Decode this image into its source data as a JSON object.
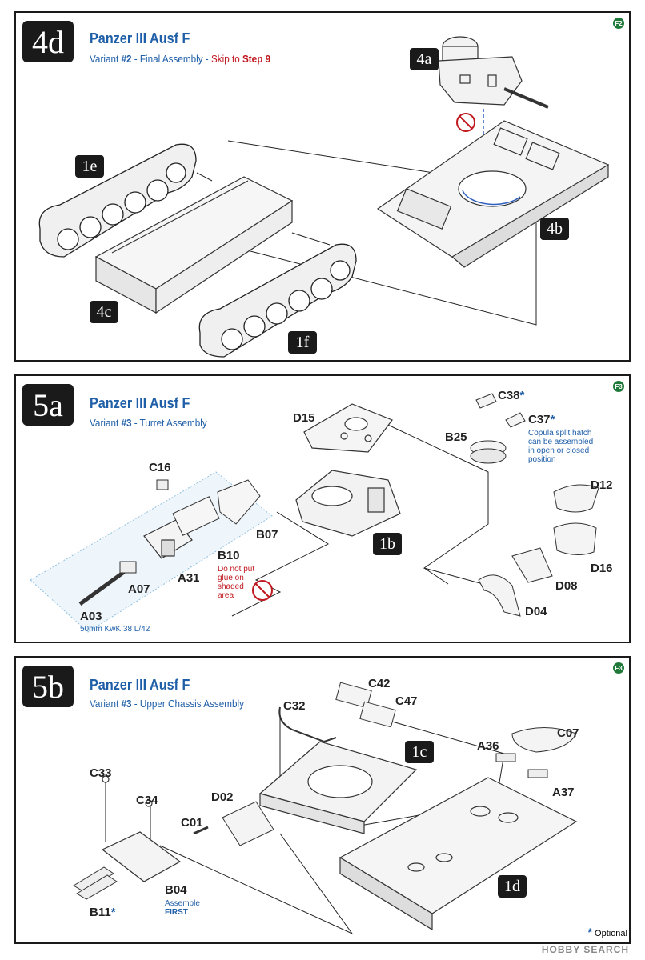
{
  "panels": {
    "p1": {
      "step": "4d",
      "page": "F2",
      "title": "Panzer III Ausf F",
      "subtitle": {
        "pre": "Variant ",
        "num": "#2",
        "mid": " - Final Assembly - ",
        "skip": "Skip to ",
        "step": "Step 9"
      },
      "badges": {
        "a": "4a",
        "b": "4b",
        "c": "4c",
        "e": "1e",
        "f": "1f"
      }
    },
    "p2": {
      "step": "5a",
      "page": "F3",
      "title": "Panzer III Ausf F",
      "subtitle": {
        "pre": "Variant ",
        "num": "#3",
        "rest": " - Turret Assembly"
      },
      "badges": {
        "b": "1b"
      },
      "labels": {
        "d15": "D15",
        "c38": "C38",
        "c37": "C37",
        "b25": "B25",
        "c16": "C16",
        "b07": "B07",
        "b10": "B10",
        "a31": "A31",
        "a07": "A07",
        "a03": "A03",
        "d12": "D12",
        "d16": "D16",
        "d08": "D08",
        "d04": "D04"
      },
      "notes": {
        "copula": [
          "Copula split hatch",
          "can be assembled",
          "in open or closed",
          "position"
        ],
        "glue": [
          "Do not put",
          "glue on",
          "shaded",
          "area"
        ],
        "gun": "50mm KwK 38 L/42"
      }
    },
    "p3": {
      "step": "5b",
      "page": "F3",
      "title": "Panzer III Ausf F",
      "subtitle": {
        "pre": "Variant ",
        "num": "#3",
        "rest": " - Upper Chassis Assembly"
      },
      "badges": {
        "c": "1c",
        "d": "1d"
      },
      "labels": {
        "c32": "C32",
        "c42": "C42",
        "c47": "C47",
        "a36": "A36",
        "c07": "C07",
        "a37": "A37",
        "c33": "C33",
        "c34": "C34",
        "d02": "D02",
        "c01": "C01",
        "b04": "B04",
        "b11": "B11"
      },
      "notes": {
        "b04": [
          "Assemble",
          "FIRST"
        ]
      }
    }
  },
  "optional_mark": "*",
  "footer": {
    "optional": "Optional",
    "watermark": "HOBBY SEARCH"
  },
  "colors": {
    "blue": "#1f5fa8",
    "red": "#c0181f",
    "dark": "#1a1a1a"
  }
}
